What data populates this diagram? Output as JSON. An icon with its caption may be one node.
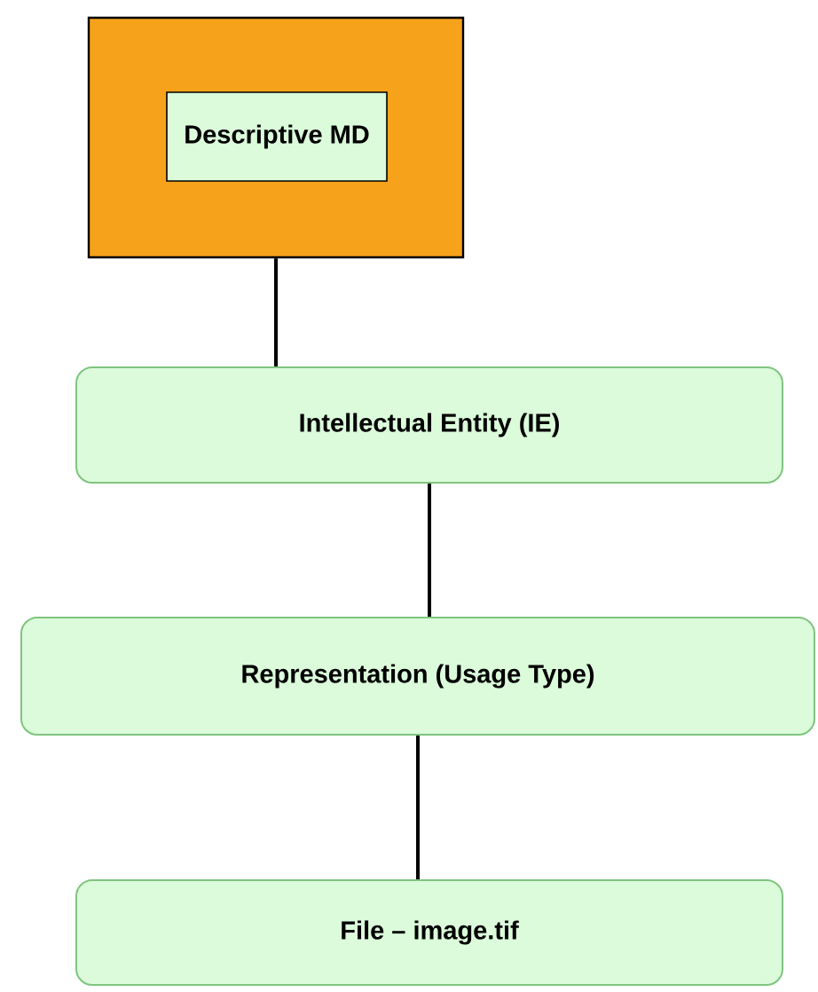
{
  "diagram": {
    "nodes": [
      {
        "text": [],
        "shape": "box"
      },
      {
        "text": [
          "Descriptive MD"
        ],
        "in": 0
      },
      {
        "text": [
          "Intellectual Entity (IE)"
        ]
      },
      {
        "text": [
          "Representation (Usage Type)"
        ]
      },
      {
        "text": [
          "File – image.tif"
        ]
      }
    ],
    "edges": [
      {
        "from": 0,
        "to": 2,
        "arrow": "none"
      },
      {
        "from": 2,
        "to": 3,
        "arrow": "none"
      },
      {
        "from": 3,
        "to": 4,
        "arrow": "none"
      }
    ]
  }
}
